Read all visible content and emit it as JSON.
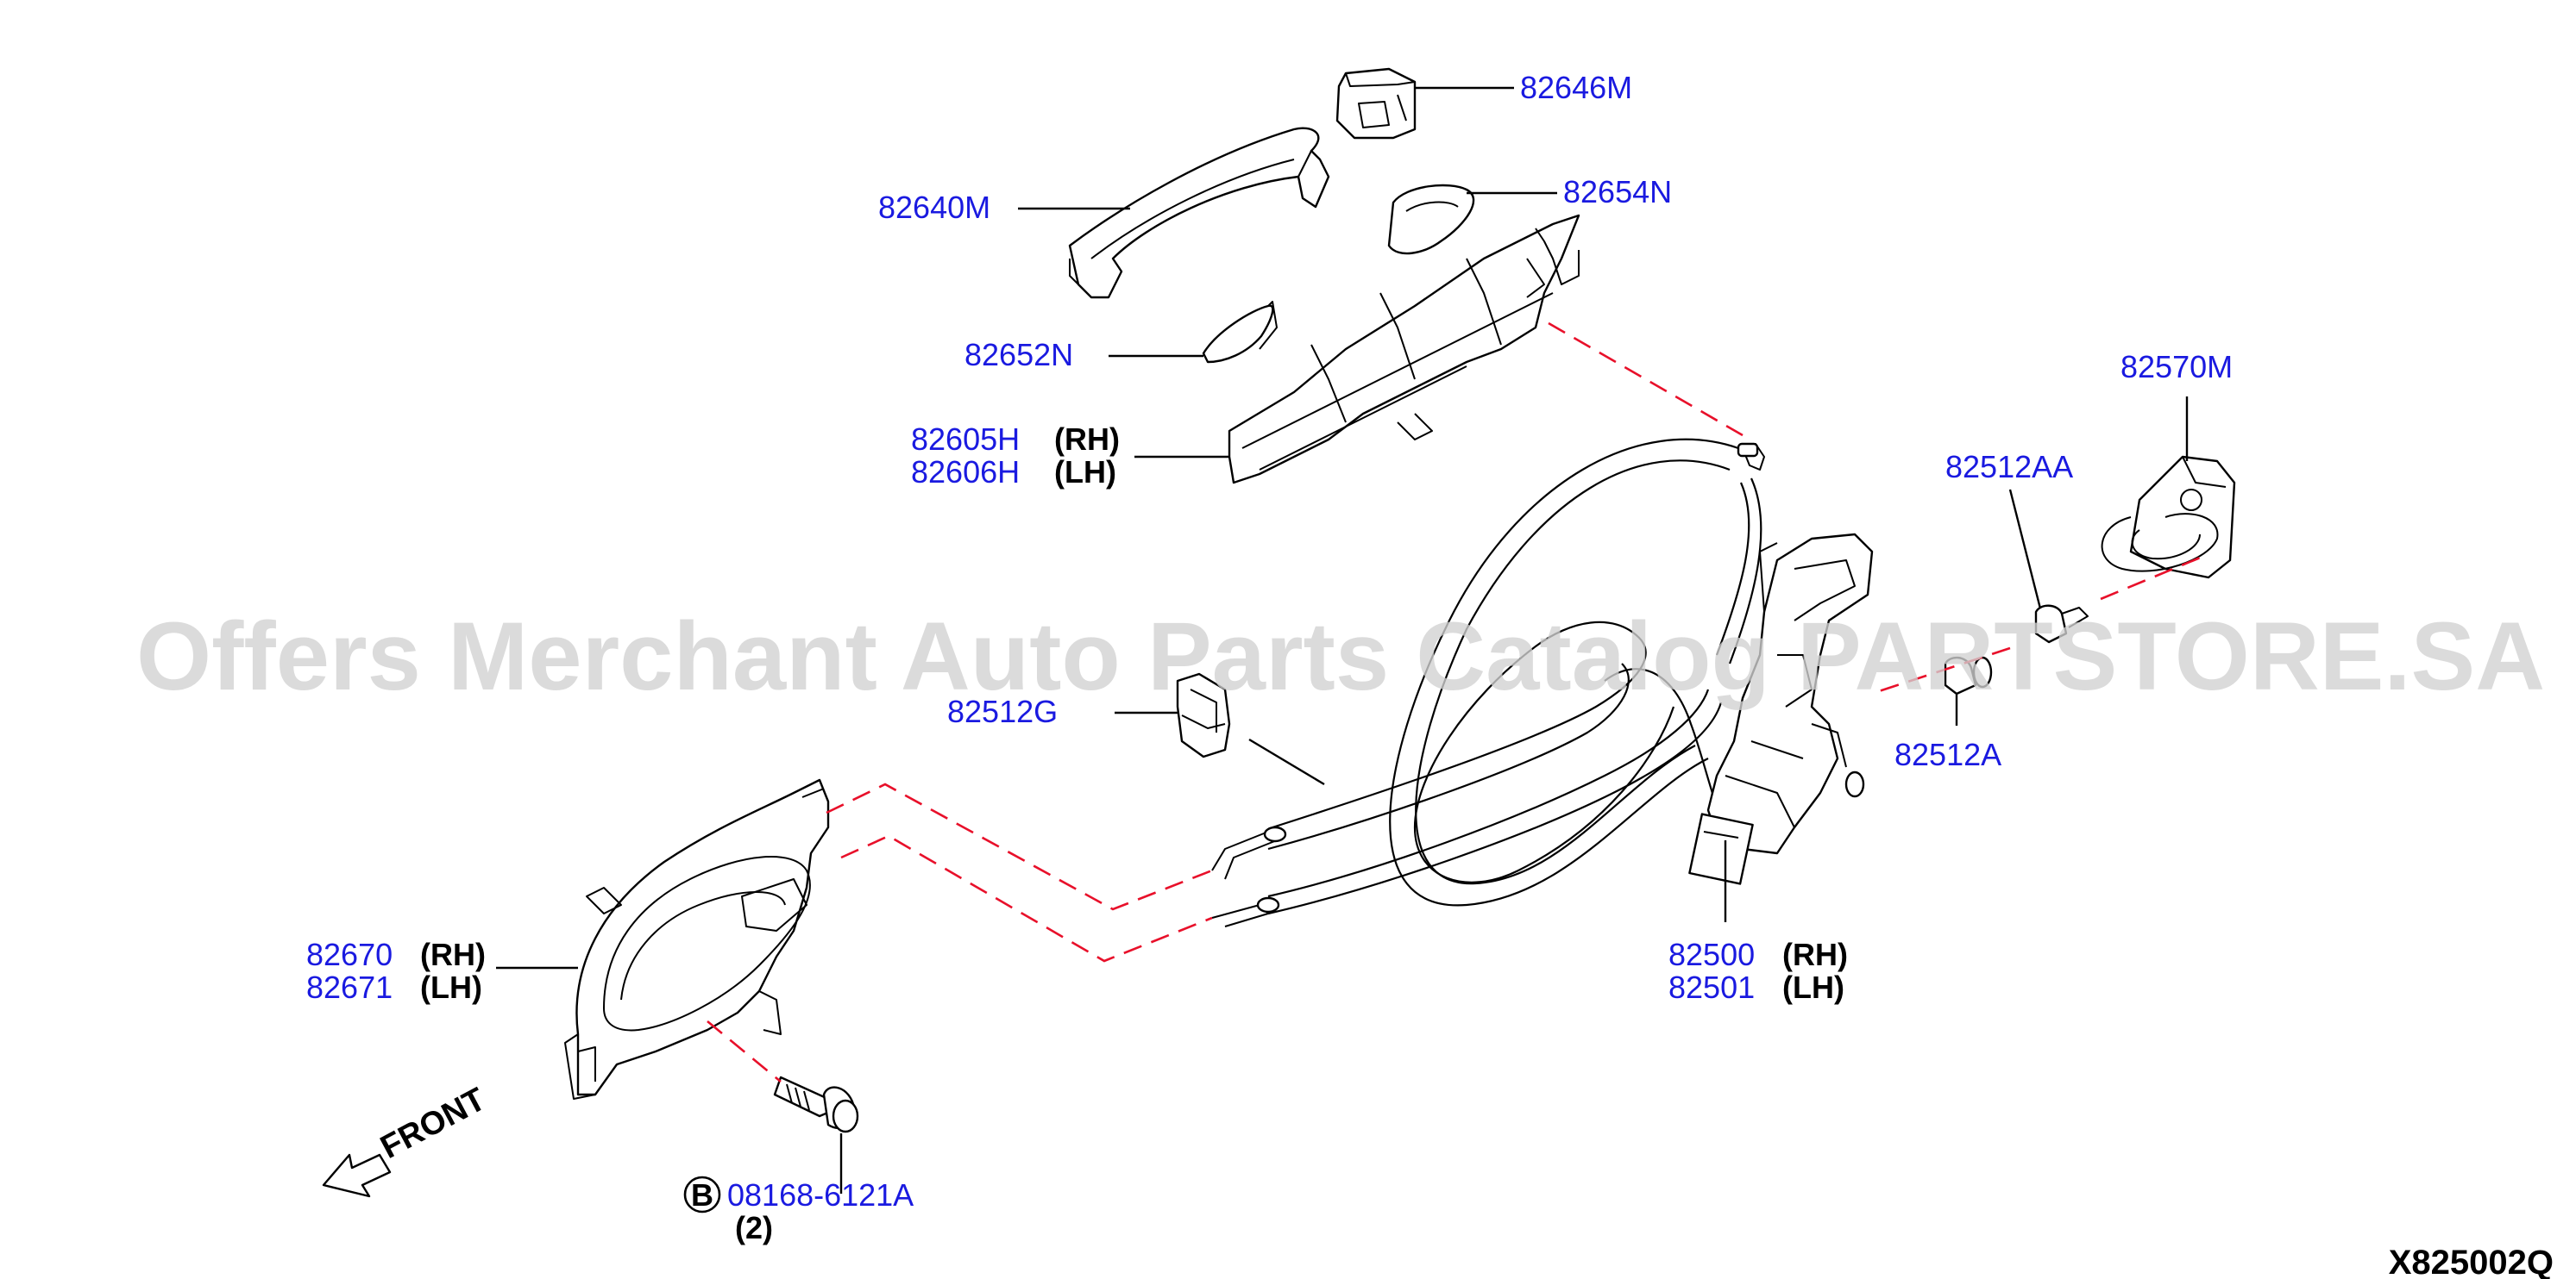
{
  "watermark": "Offers Merchant Auto Parts Catalog PARTSTORE.SA",
  "diagram_code": "X825002Q",
  "front_label": "FRONT",
  "bolt_symbol": "B",
  "bolt_qty": "(2)",
  "colors": {
    "part_number": "#1a1ae0",
    "dashed_guide": "#e8102a",
    "watermark": "#d2d2d2"
  },
  "labels": {
    "p82646M": "82646M",
    "p82640M": "82640M",
    "p82654N": "82654N",
    "p82652N": "82652N",
    "p82605H": "82605H",
    "p82605H_side": "(RH)",
    "p82606H": "82606H",
    "p82606H_side": "(LH)",
    "p82570M": "82570M",
    "p82512AA": "82512AA",
    "p82512G": "82512G",
    "p82512A": "82512A",
    "p82670": "82670",
    "p82670_side": "(RH)",
    "p82671": "82671",
    "p82671_side": "(LH)",
    "p82500": "82500",
    "p82500_side": "(RH)",
    "p82501": "82501",
    "p82501_side": "(LH)",
    "p08168": "08168-6121A"
  }
}
